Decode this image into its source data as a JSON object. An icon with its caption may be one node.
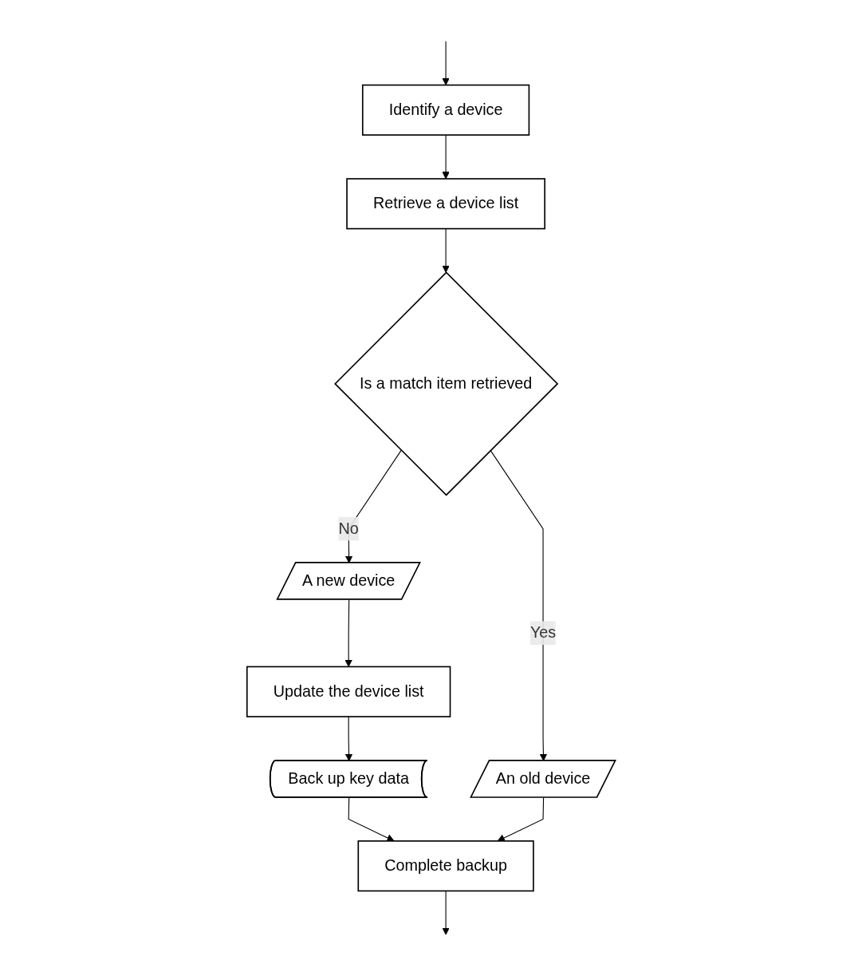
{
  "diagram": {
    "nodes": [
      {
        "text": [
          "Identify a device"
        ]
      },
      {
        "text": [
          "Retrieve a device list"
        ]
      },
      {
        "text": [
          "Is a match item retrieved"
        ]
      },
      {
        "text": [
          "A new device"
        ]
      },
      {
        "text": [
          "Update the device list"
        ]
      },
      {
        "text": [
          "Back up key data"
        ]
      },
      {
        "text": [
          "An old device"
        ]
      },
      {
        "text": [
          "Complete backup"
        ]
      }
    ],
    "edges": [
      {
        "from": null,
        "to": 0,
        "arrow": "to"
      },
      {
        "from": 0,
        "to": 1,
        "arrow": "to"
      },
      {
        "from": 1,
        "to": 2,
        "arrow": "to"
      },
      {
        "from": 2,
        "to": 3,
        "label": "No",
        "arrow": "to"
      },
      {
        "from": 2,
        "to": 6,
        "label": "Yes",
        "arrow": "to"
      },
      {
        "from": 3,
        "to": 4,
        "arrow": "to"
      },
      {
        "from": 4,
        "to": 5,
        "arrow": "to"
      },
      {
        "from": 5,
        "to": 7,
        "arrow": "to"
      },
      {
        "from": 6,
        "to": 7,
        "arrow": "to"
      },
      {
        "from": 7,
        "to": null,
        "arrow": "to"
      }
    ]
  }
}
